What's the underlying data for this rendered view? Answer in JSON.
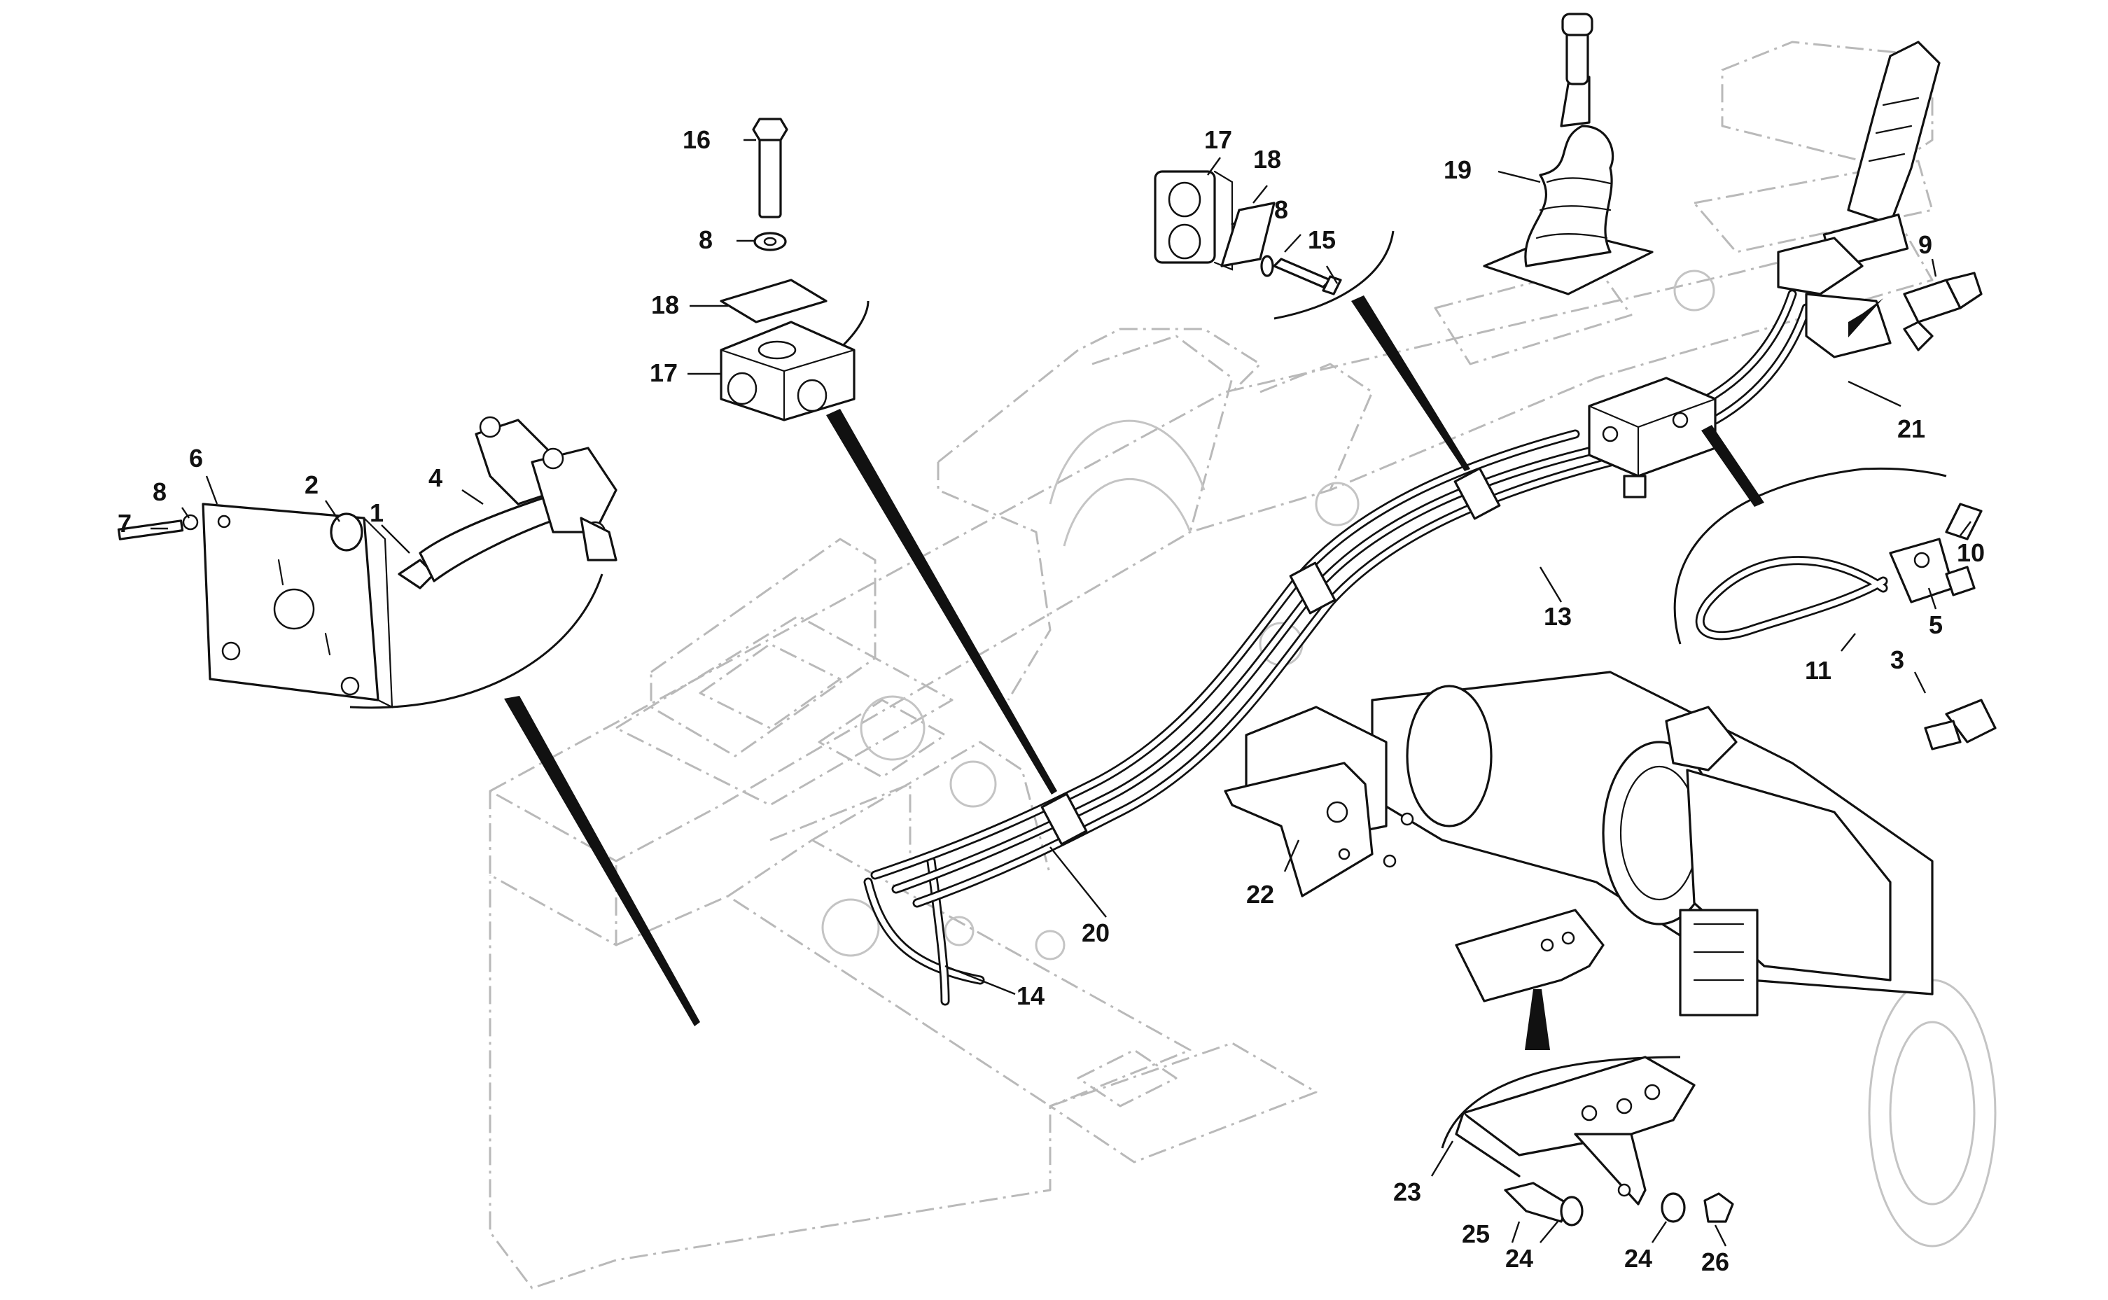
{
  "diagram": {
    "callouts": [
      "1",
      "2",
      "3",
      "4",
      "5",
      "6",
      "7",
      "8",
      "8",
      "8",
      "9",
      "10",
      "11",
      "13",
      "14",
      "15",
      "16",
      "17",
      "17",
      "18",
      "18",
      "19",
      "20",
      "21",
      "22",
      "23",
      "24",
      "24",
      "25",
      "26"
    ]
  }
}
